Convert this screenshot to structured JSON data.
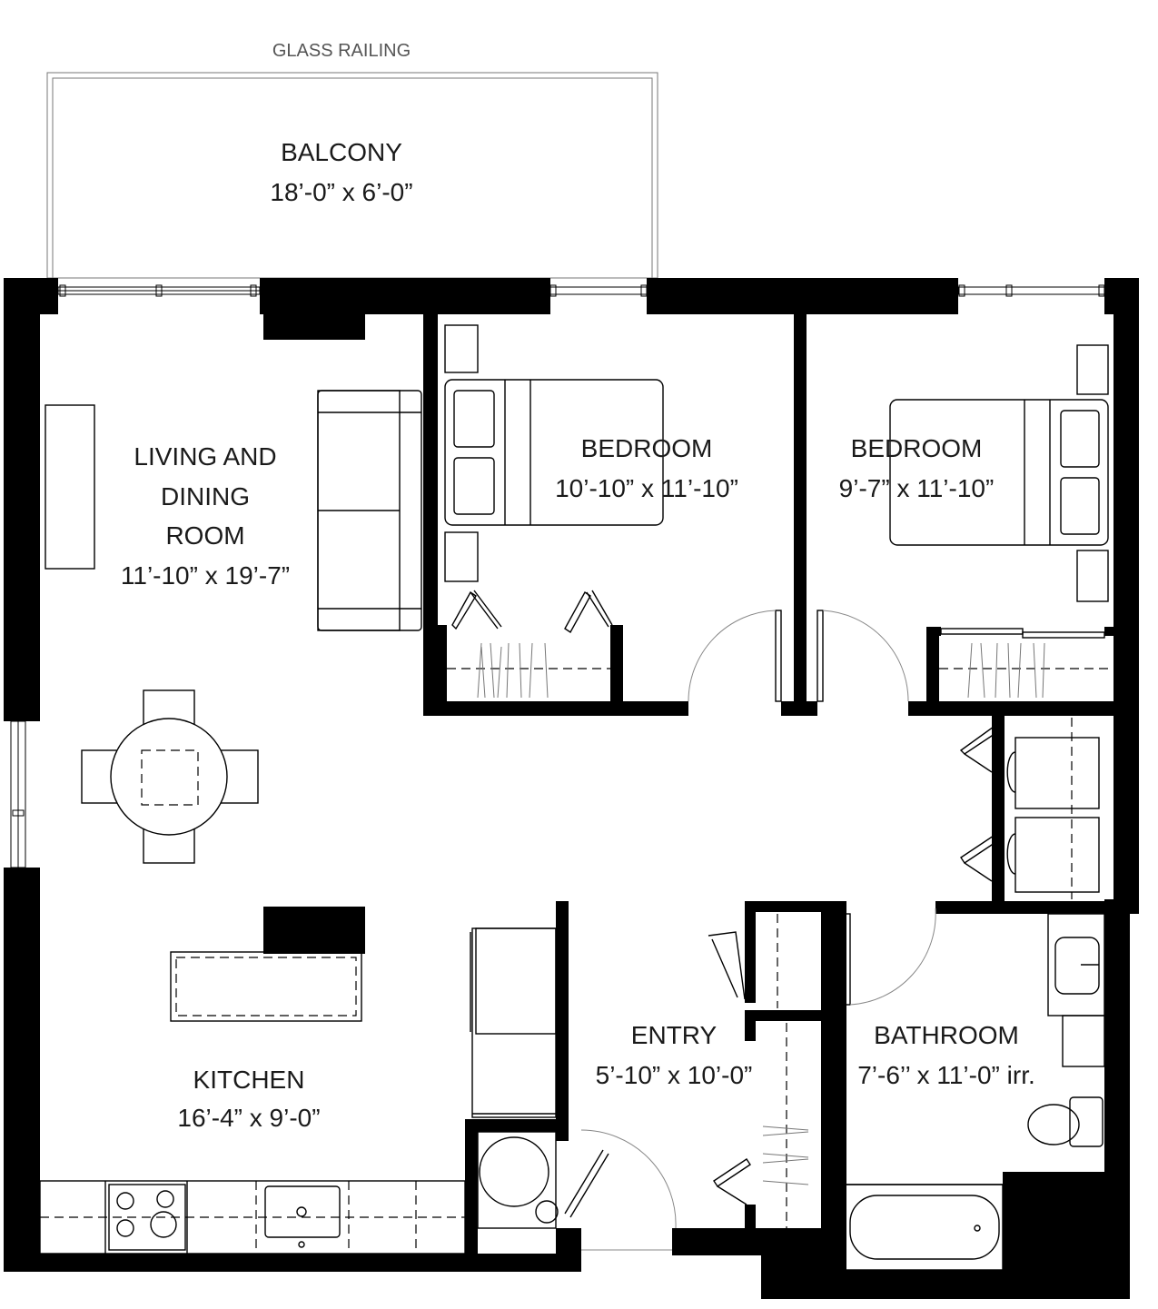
{
  "annotations": {
    "railing": "GLASS RAILING"
  },
  "rooms": {
    "balcony": {
      "name": "BALCONY",
      "size": "18’-0” x 6’-0”"
    },
    "living": {
      "name_line1": "LIVING AND",
      "name_line2": "DINING",
      "name_line3": "ROOM",
      "size": "11’-10” x 19’-7”"
    },
    "bedroom1": {
      "name": "BEDROOM",
      "size": "10’-10” x 11’-10”"
    },
    "bedroom2": {
      "name": "BEDROOM",
      "size": "9’-7” x 11’-10”"
    },
    "entry": {
      "name": "ENTRY",
      "size": "5’-10” x 10’-0”"
    },
    "bathroom": {
      "name": "BATHROOM",
      "size": "7’-6’’ x 11’-0” irr."
    },
    "kitchen": {
      "name": "KITCHEN",
      "size": "16’-4” x 9’-0”"
    }
  }
}
